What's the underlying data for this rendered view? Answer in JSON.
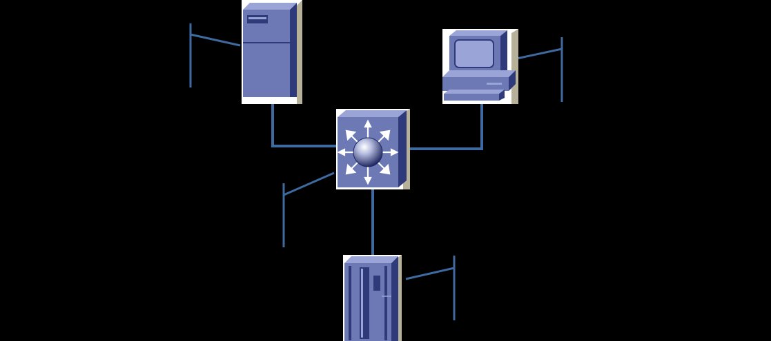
{
  "diagram": {
    "background": "#000000",
    "link_color": "#3f6aa0",
    "device_fill": "#6d79b5",
    "device_dark": "#2e3a7a",
    "device_light": "#9aa4d6",
    "tile_color": "#ffffff",
    "shadow_color": "#b8b19a",
    "nodes": [
      {
        "id": "server",
        "type": "tower-server",
        "icon": "server-icon"
      },
      {
        "id": "workstation",
        "type": "workstation",
        "icon": "workstation-icon"
      },
      {
        "id": "switch",
        "type": "multilayer-switch",
        "icon": "switch-icon"
      },
      {
        "id": "mainframe",
        "type": "mainframe",
        "icon": "mainframe-icon"
      }
    ],
    "links": [
      {
        "from": "server",
        "to": "switch"
      },
      {
        "from": "workstation",
        "to": "switch"
      },
      {
        "from": "switch",
        "to": "mainframe"
      }
    ]
  }
}
